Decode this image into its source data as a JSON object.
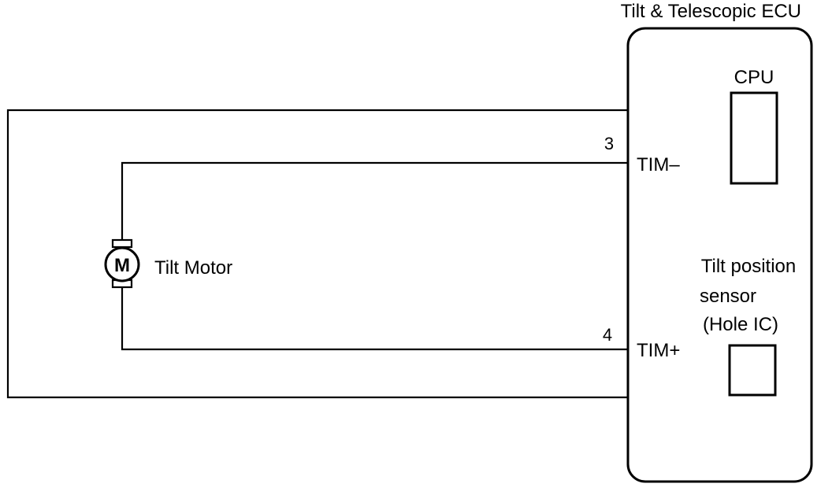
{
  "ecu": {
    "title": "Tilt & Telescopic ECU",
    "cpu_label": "CPU",
    "sensor_label_lines": [
      "Tilt position",
      "sensor",
      "(Hole IC)"
    ]
  },
  "motor": {
    "symbol": "M",
    "label": "Tilt Motor"
  },
  "terminals": [
    {
      "pin": "3",
      "name": "TIM–"
    },
    {
      "pin": "4",
      "name": "TIM+"
    }
  ],
  "colors": {
    "line": "#000000",
    "background": "#ffffff"
  }
}
